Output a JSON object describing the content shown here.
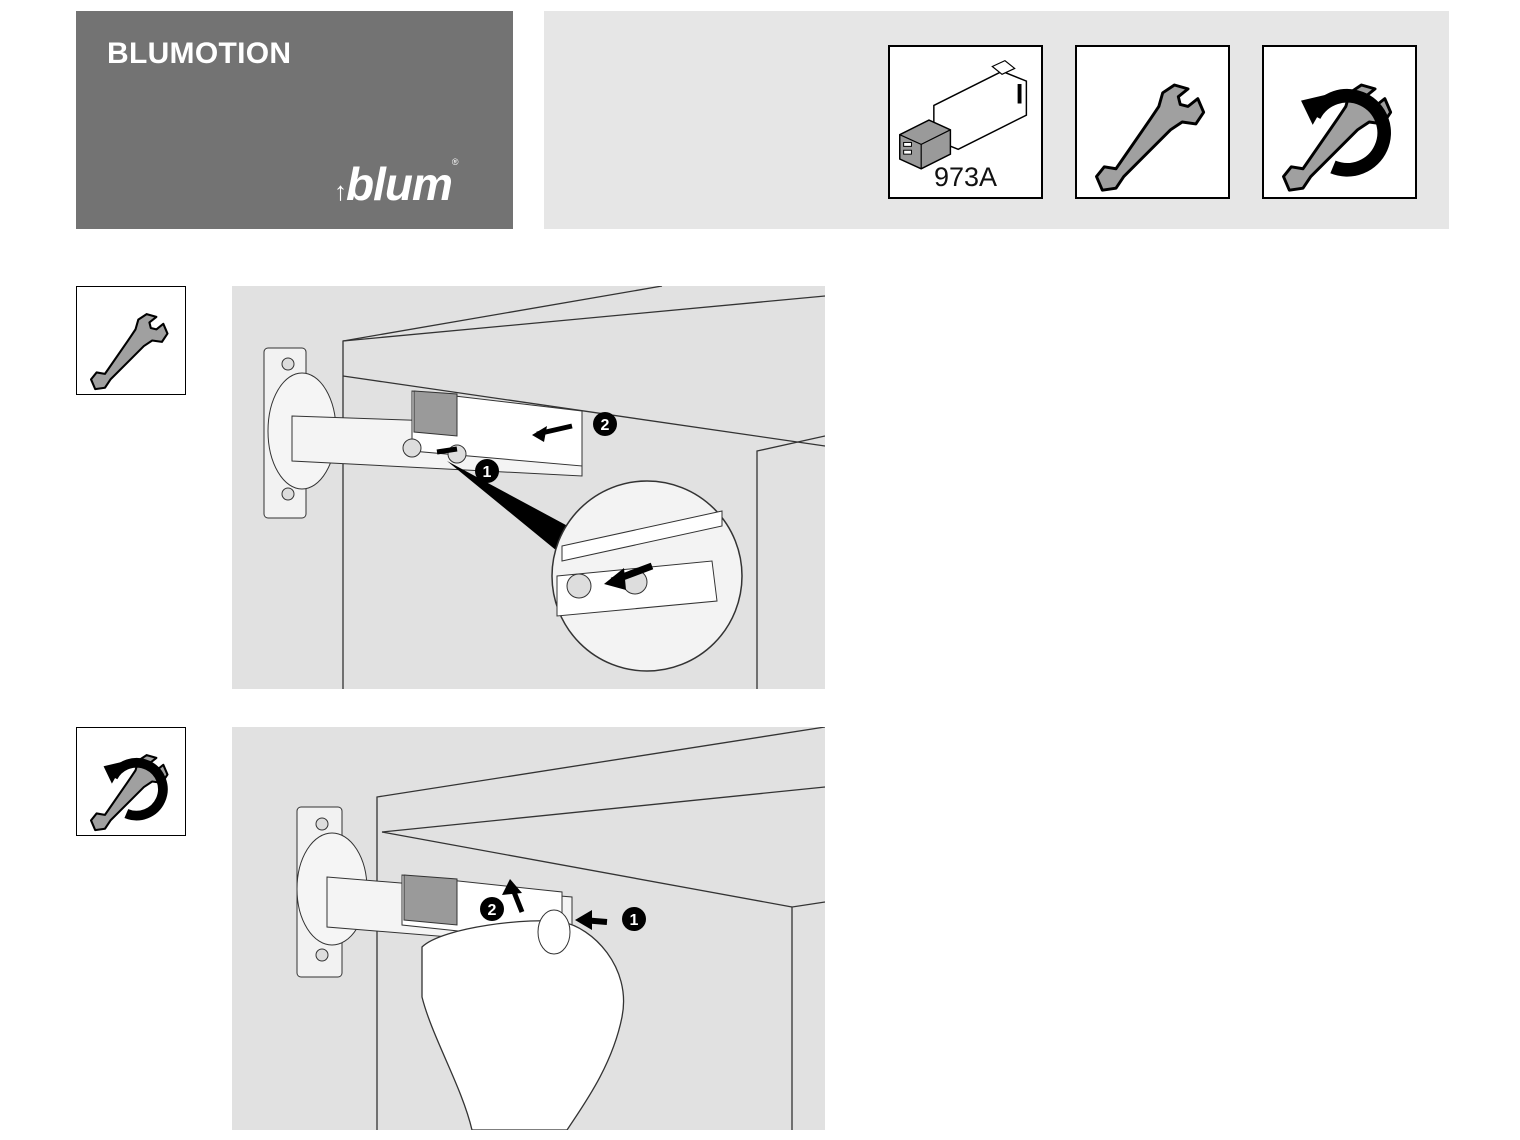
{
  "header": {
    "title": "BLUMOTION",
    "brand": "blum",
    "brand_mark": "®"
  },
  "toolbar": {
    "icons": [
      {
        "icon": "blumotion-damper-icon",
        "label": "973A"
      },
      {
        "icon": "wrench-icon"
      },
      {
        "icon": "wrench-rotate-icon"
      }
    ]
  },
  "steps": [
    {
      "icon": "wrench-icon",
      "callouts": [
        "1",
        "2"
      ]
    },
    {
      "icon": "wrench-rotate-icon",
      "callouts": [
        "1",
        "2"
      ]
    }
  ],
  "colors": {
    "brand_bg": "#737373",
    "toolbar_bg": "#e6e6e6",
    "panel_bg": "#e1e1e1",
    "part_gray": "#9a9a9a"
  }
}
